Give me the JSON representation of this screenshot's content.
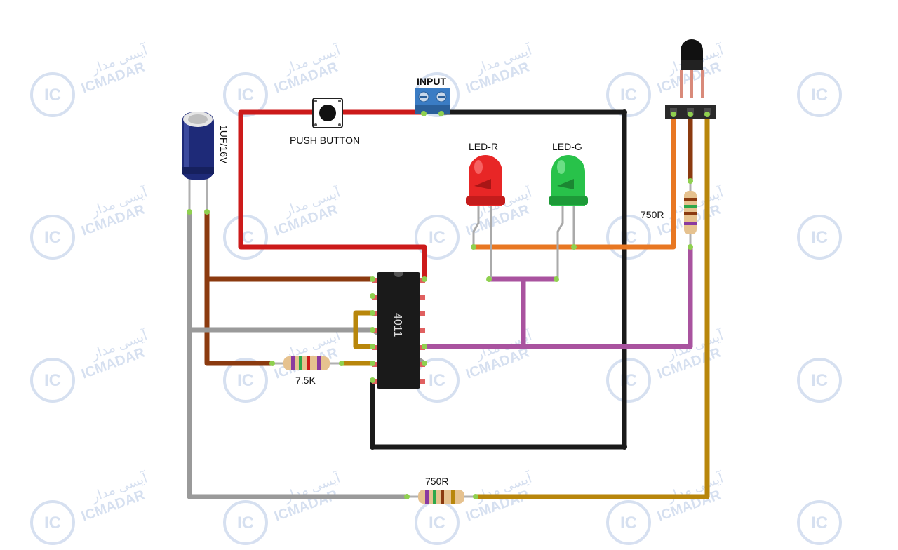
{
  "labels": {
    "capacitor": "1UF/16V",
    "push_button": "PUSH BUTTON",
    "input": "INPUT",
    "led_red": "LED-R",
    "led_green": "LED-G",
    "resistor_right": "750R",
    "resistor_left": "7.5K",
    "resistor_bottom": "750R",
    "ic": "4011"
  },
  "watermark": {
    "latin": "ICMADAR",
    "persian": "آیسی مدار",
    "logo": "IC"
  },
  "colors": {
    "wire_red": "#cc1a1a",
    "wire_black": "#1a1a1a",
    "wire_orange": "#e87722",
    "wire_brown": "#8b3a0f",
    "wire_gray": "#9a9a9a",
    "wire_purple": "#a9539f",
    "wire_olive": "#b8860b",
    "led_red": "#e82626",
    "led_green": "#28c24a",
    "terminal_blue": "#3a7cc4",
    "capacitor_body": "#1e2a78",
    "ic_body": "#1a1a1a",
    "watermark": "#c9d6ec"
  }
}
